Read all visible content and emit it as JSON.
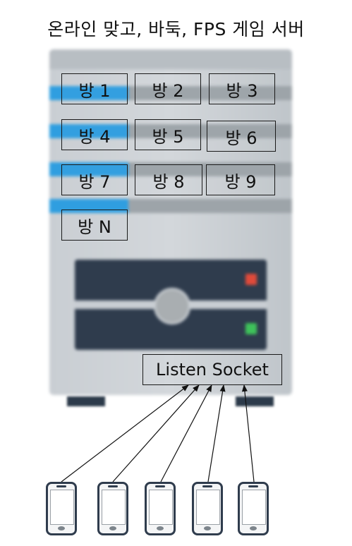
{
  "title": "온라인 맞고, 바둑, FPS 게임 서버",
  "rooms": [
    "방 1",
    "방 2",
    "방 3",
    "방 4",
    "방 5",
    "방 6",
    "방 7",
    "방 8",
    "방 9",
    "방 N"
  ],
  "listen_socket": "Listen Socket",
  "clients": [
    "smartphone-icon",
    "smartphone-icon",
    "smartphone-icon",
    "smartphone-icon",
    "smartphone-icon"
  ],
  "colors": {
    "server_body": "#cbd0d5",
    "server_accent_blue": "#2f9ee0",
    "drive_bay": "#2f3c4d",
    "led_red": "#e04a3a",
    "led_green": "#3ec25a",
    "line": "#111111"
  }
}
